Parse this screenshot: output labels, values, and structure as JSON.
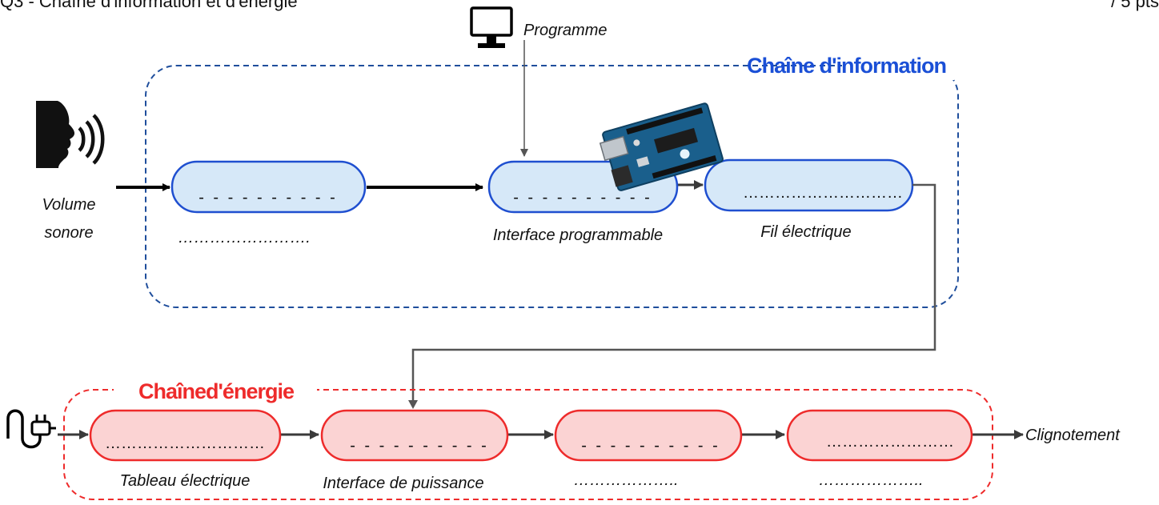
{
  "header": {
    "left": "Q3 - Chaîne d'information et d'énergie",
    "right": "/ 5 pts"
  },
  "colors": {
    "info_border": "#1f4e9c",
    "info_title": "#1a4fd6",
    "info_box_fill": "#d6e8f8",
    "info_box_stroke": "#1f4fd0",
    "energie_border": "#ee2b2b",
    "energie_title": "#ee2b2b",
    "energie_box_fill": "#fbd3d3",
    "energie_box_stroke": "#ee2b2b"
  },
  "icons": {
    "speaker": "speaking-head-icon",
    "computer": "computer-monitor-icon",
    "arduino": "arduino-board-icon",
    "plug": "power-plug-icon"
  },
  "info_chain": {
    "title": "Chaîne d'information",
    "input_label_line1": "Volume",
    "input_label_line2": "sonore",
    "programme_label": "Programme",
    "boxes": [
      {
        "text": "- - - - - - - - - -",
        "caption": "…………………….",
        "style": "dash"
      },
      {
        "text": "- - - - - - - - - -",
        "caption": "Interface programmable",
        "style": "dash"
      },
      {
        "text": "…………………………",
        "caption": "Fil électrique",
        "style": "dots"
      }
    ]
  },
  "energy_chain": {
    "title": "Chaîned'énergie",
    "output_label": "Clignotement",
    "boxes": [
      {
        "text": "…………………………",
        "caption": "Tableau électrique",
        "style": "dots"
      },
      {
        "text": "- - - - - - - - - -",
        "caption": "Interface de puissance",
        "style": "dash"
      },
      {
        "text": "- - - - - - - - - -",
        "caption": "………………..",
        "style": "dash"
      },
      {
        "text": "……………………",
        "caption": "………………..",
        "style": "dots"
      }
    ]
  }
}
